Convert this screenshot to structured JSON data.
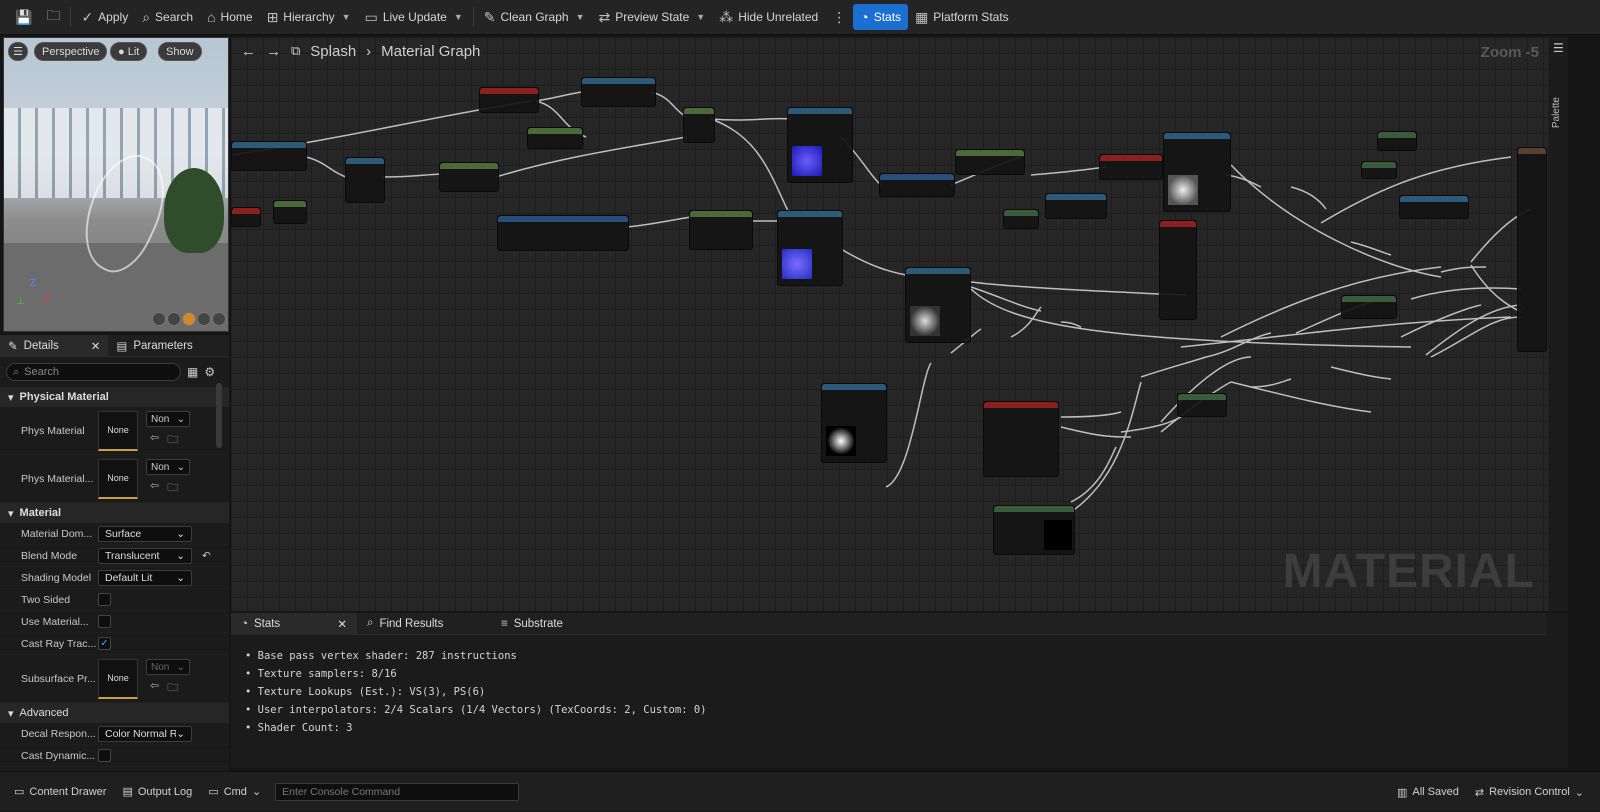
{
  "toolbar": {
    "apply": "Apply",
    "search": "Search",
    "home": "Home",
    "hierarchy": "Hierarchy",
    "live_update": "Live Update",
    "clean_graph": "Clean Graph",
    "preview_state": "Preview State",
    "hide_unrelated": "Hide Unrelated",
    "stats": "Stats",
    "platform_stats": "Platform Stats"
  },
  "viewport": {
    "perspective": "Perspective",
    "lit": "Lit",
    "show": "Show"
  },
  "details": {
    "tab_details": "Details",
    "tab_parameters": "Parameters",
    "search_placeholder": "Search",
    "cat_physical": "Physical Material",
    "phys_material": "Phys Material",
    "phys_material_2": "Phys Material...",
    "none": "None",
    "non": "Non",
    "cat_material": "Material",
    "material_domain_label": "Material Dom...",
    "material_domain": "Surface",
    "blend_mode_label": "Blend Mode",
    "blend_mode": "Translucent",
    "shading_model_label": "Shading Model",
    "shading_model": "Default Lit",
    "two_sided": "Two Sided",
    "use_material": "Use Material...",
    "cast_ray": "Cast Ray Trac...",
    "subsurface": "Subsurface Pr...",
    "cat_advanced": "Advanced",
    "decal_label": "Decal Respon...",
    "decal_value": "Color Normal Ro",
    "cast_dynamic": "Cast Dynamic..."
  },
  "graph": {
    "crumb_root": "Splash",
    "crumb_child": "Material Graph",
    "zoom": "Zoom -5",
    "watermark": "MATERIAL",
    "palette": "Palette"
  },
  "stats_panel": {
    "tab_stats": "Stats",
    "tab_find": "Find Results",
    "tab_substrate": "Substrate",
    "lines": [
      "Base pass vertex shader: 287 instructions",
      "Texture samplers: 8/16",
      "Texture Lookups (Est.): VS(3), PS(6)",
      "User interpolators: 2/4 Scalars (1/4 Vectors) (TexCoords: 2, Custom: 0)",
      "Shader Count: 3"
    ]
  },
  "statusbar": {
    "content_drawer": "Content Drawer",
    "output_log": "Output Log",
    "cmd": "Cmd",
    "console_placeholder": "Enter Console Command",
    "all_saved": "All Saved",
    "revision_control": "Revision Control"
  },
  "colors": {
    "accent": "#1a6fd1",
    "texture_header": "#2c5a7a",
    "red_header": "#8a2020"
  }
}
